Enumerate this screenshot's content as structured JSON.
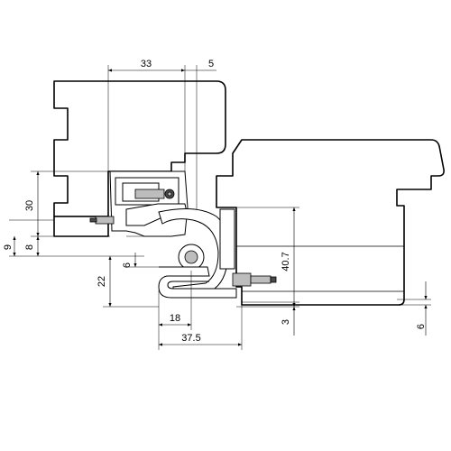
{
  "dimensions": {
    "d33": "33",
    "d5": "5",
    "d30": "30",
    "d9": "9",
    "d8": "8",
    "d6a": "6",
    "d22": "22",
    "d40_7": "40.7",
    "d18": "18",
    "d3": "3",
    "d37_5": "37.5",
    "d6b": "6"
  }
}
